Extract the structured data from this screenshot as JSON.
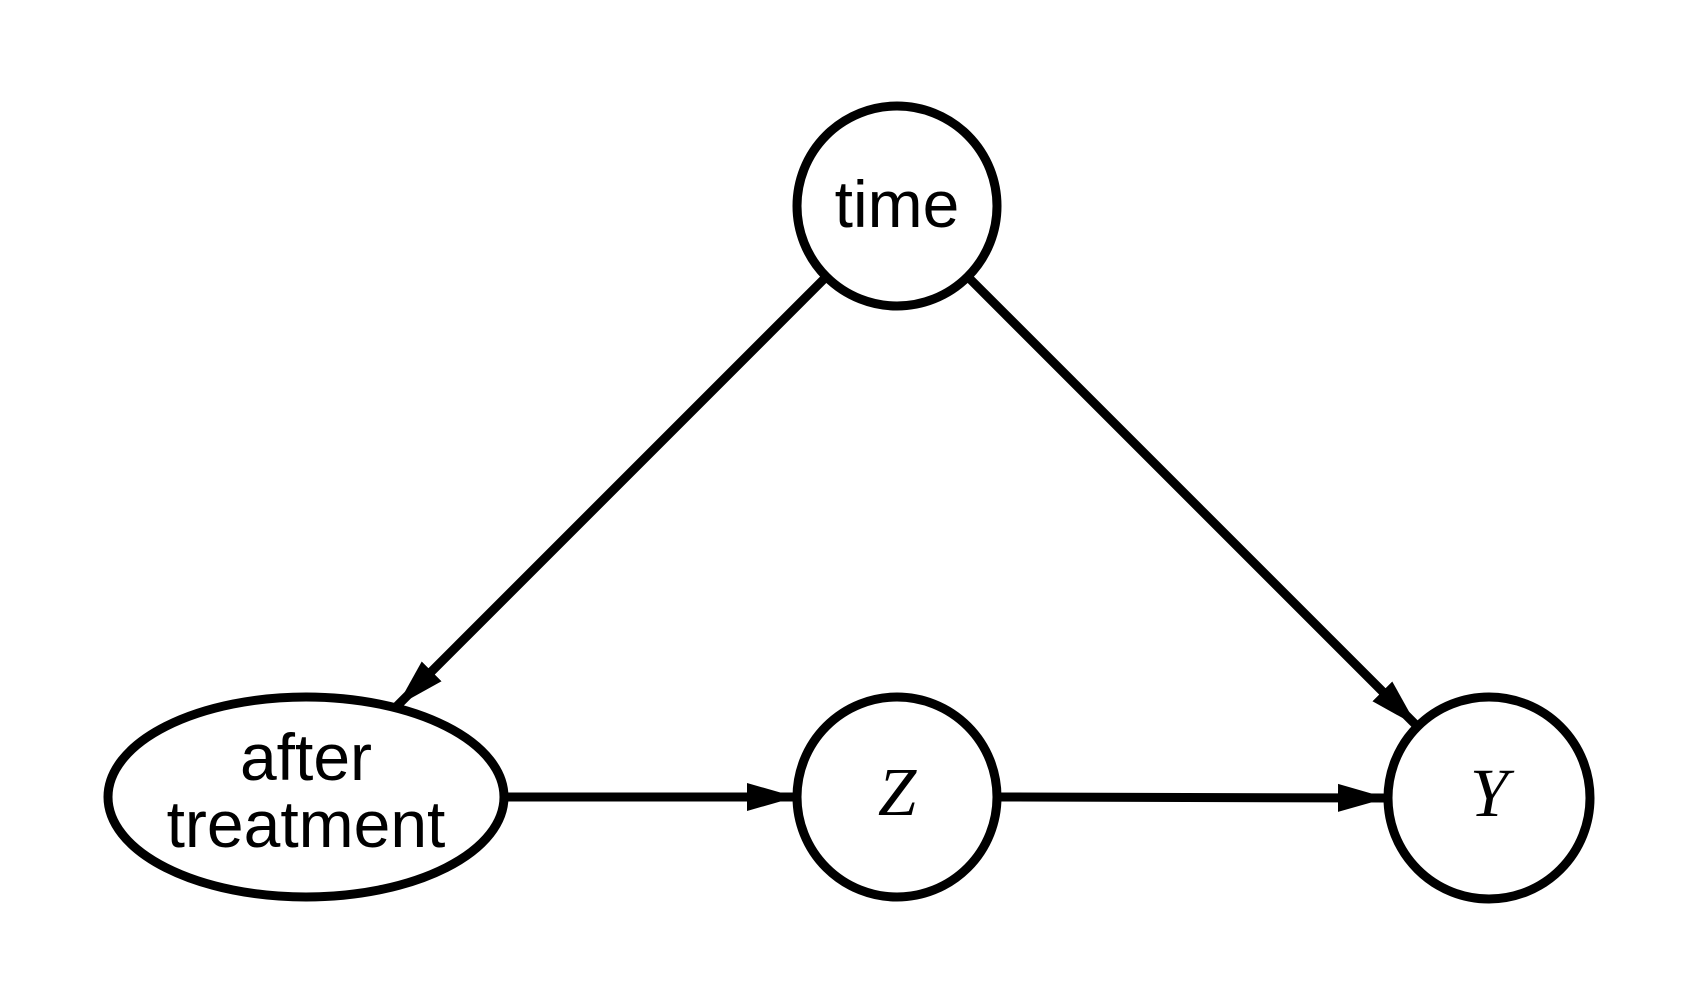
{
  "diagram": {
    "type": "causal-dag",
    "colors": {
      "background": "#ffffff",
      "stroke": "#000000",
      "node_fill": "#ffffff",
      "text": "#000000"
    },
    "nodes": [
      {
        "id": "time",
        "label": "time",
        "shape": "circle"
      },
      {
        "id": "after_treatment",
        "label": "after treatment",
        "label_lines": [
          "after",
          "treatment"
        ],
        "shape": "ellipse"
      },
      {
        "id": "z",
        "label": "Z",
        "shape": "circle"
      },
      {
        "id": "y",
        "label": "Y",
        "shape": "circle"
      }
    ],
    "edges": [
      {
        "from": "time",
        "to": "after treatment",
        "directed": true
      },
      {
        "from": "time",
        "to": "Y",
        "directed": true
      },
      {
        "from": "after treatment",
        "to": "Z",
        "directed": true
      },
      {
        "from": "Z",
        "to": "Y",
        "directed": true
      }
    ]
  }
}
